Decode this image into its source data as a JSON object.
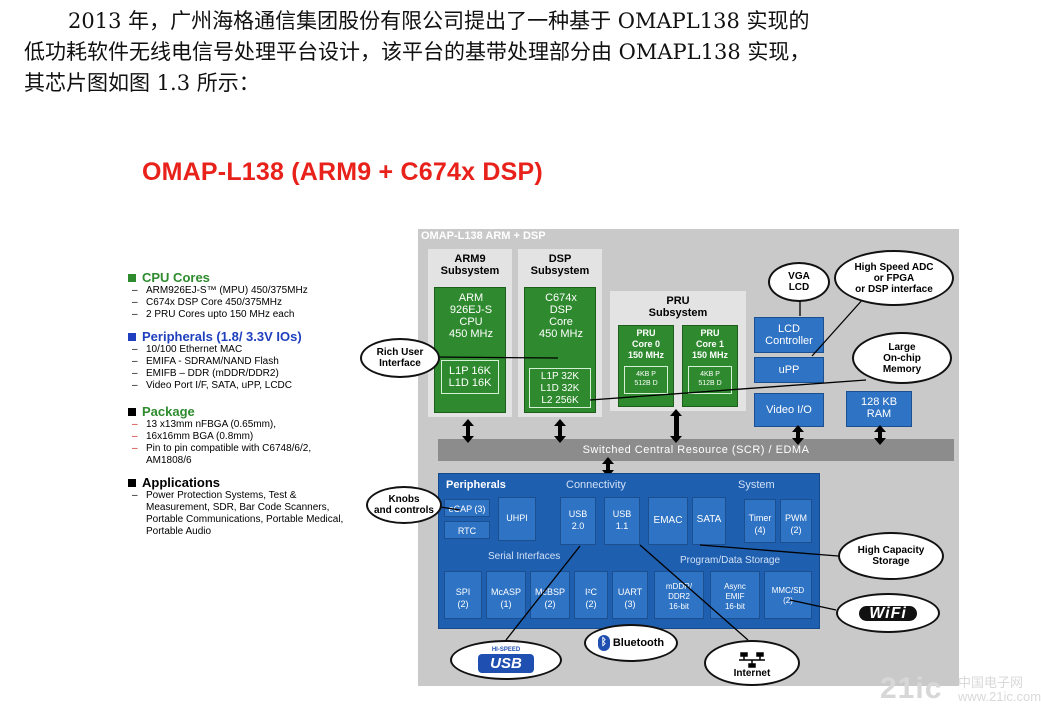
{
  "paragraph": {
    "line1": "2013 年，广州海格通信集团股份有限公司提出了一种基于 OMAPL138 实现的",
    "line2": "低功耗软件无线电信号处理平台设计，该平台的基带处理部分由 OMAPL138 实现，",
    "line3": "其芯片图如图 1.3 所示："
  },
  "figure_title": "OMAP-L138 (ARM9 + C674x DSP)",
  "bullets": {
    "cpu_title": "CPU Cores",
    "cpu_items": [
      "ARM926EJ-S™ (MPU) 450/375MHz",
      "C674x DSP Core 450/375MHz",
      "2 PRU Cores upto 150 MHz each"
    ],
    "periph_title": "Peripherals (1.8/ 3.3V IOs)",
    "periph_items": [
      "10/100 Ethernet MAC",
      "EMIFA - SDRAM/NAND Flash",
      "EMIFB – DDR (mDDR/DDR2)",
      "Video Port I/F, SATA, uPP, LCDC"
    ],
    "package_title": "Package",
    "package_items": [
      "13 x13mm nFBGA (0.65mm),",
      "16x16mm BGA (0.8mm)",
      "Pin to pin compatible with C6748/6/2,",
      "AM1808/6"
    ],
    "apps_title": "Applications",
    "apps_lines": [
      "Power Protection Systems, Test &",
      "Measurement, SDR, Bar Code Scanners,",
      "Portable Communications, Portable Medical,",
      "Portable Audio"
    ]
  },
  "diagram": {
    "header": "OMAP-L138 ARM + DSP",
    "arm_subsystem": "ARM9\nSubsystem",
    "arm_cpu": "ARM\n926EJ-S\nCPU\n450 MHz",
    "arm_cache": "L1P 16K\nL1D 16K",
    "dsp_subsystem": "DSP\nSubsystem",
    "dsp_core": "C674x\nDSP\nCore\n450 MHz",
    "dsp_cache": "L1P 32K\nL1D 32K\nL2 256K",
    "pru_subsystem": "PRU\nSubsystem",
    "pru0": "PRU\nCore 0\n150 MHz",
    "pru1": "PRU\nCore 1\n150 MHz",
    "pru_mem0": "4KB P\n512B D",
    "pru_mem1": "4KB P\n512B D",
    "lcd_controller": "LCD\nController",
    "upp": "uPP",
    "video_io": "Video I/O",
    "ram": "128 KB\nRAM",
    "scr": "Switched Central Resource (SCR) / EDMA",
    "peripherals": "Peripherals",
    "connectivity": "Connectivity",
    "system": "System",
    "ecap": "eCAP (3)",
    "rtc": "RTC",
    "uhpi": "UHPI",
    "usb20": "USB\n2.0",
    "usb11": "USB\n1.1",
    "emac": "EMAC",
    "sata": "SATA",
    "timer": "Timer\n(4)",
    "pwm": "PWM\n(2)",
    "serial_interfaces": "Serial Interfaces",
    "program_storage": "Program/Data Storage",
    "spi": "SPI\n(2)",
    "mcasp": "McASP\n(1)",
    "mcbsp": "McBSP\n(2)",
    "i2c": "I²C\n(2)",
    "uart": "UART\n(3)",
    "mddr": "mDDR/\nDDR2\n16-bit",
    "async_emif": "Async\nEMIF\n16-bit",
    "mmc": "MMC/SD\n(2)"
  },
  "callouts": {
    "vga": "VGA\nLCD",
    "adc": "High Speed ADC\nor FPGA\nor DSP interface",
    "rich_ui": "Rich User\nInterface",
    "large_mem": "Large\nOn-chip\nMemory",
    "knobs": "Knobs\nand controls",
    "high_cap": "High Capacity\nStorage",
    "wifi": "WiFi",
    "bluetooth": "Bluetooth",
    "usb_logo": "USB",
    "usb_small": "HI-SPEED",
    "internet": "Internet"
  },
  "watermark": {
    "main": "21ic",
    "sub": "中国电子网\nwww.21ic.com"
  },
  "colors": {
    "red_title": "#e8211b",
    "green": "#2f8a2f",
    "blue": "#2f73c4",
    "blue_label": "#1f3fbf",
    "gray": "#c9c9c9"
  }
}
